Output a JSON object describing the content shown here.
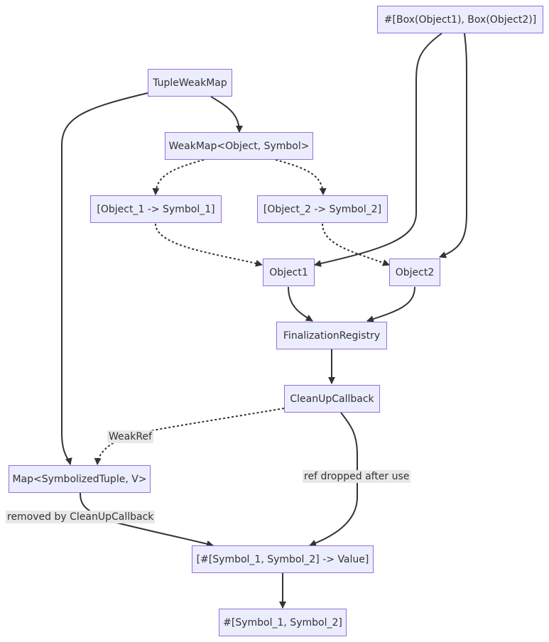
{
  "diagram": {
    "nodes": {
      "box_tuple": "#[Box(Object1), Box(Object2)]",
      "tuple_weak_map": "TupleWeakMap",
      "weak_map": "WeakMap<Object, Symbol>",
      "entry_1": "[Object_1 -> Symbol_1]",
      "entry_2": "[Object_2 -> Symbol_2]",
      "object1": "Object1",
      "object2": "Object2",
      "finalization_registry": "FinalizationRegistry",
      "cleanup_callback": "CleanUpCallback",
      "map": "Map<SymbolizedTuple, V>",
      "symbol_tuple_value": "[#[Symbol_1, Symbol_2] -> Value]",
      "symbol_tuple": "#[Symbol_1, Symbol_2]"
    },
    "edge_labels": {
      "weakref": "WeakRef",
      "ref_dropped": "ref dropped after use",
      "removed_by_cleanup": "removed by CleanUpCallback"
    },
    "colors": {
      "node_fill": "#ececff",
      "node_border": "#9370db",
      "edge": "#333333",
      "label_background": "#e8e8e8"
    }
  }
}
